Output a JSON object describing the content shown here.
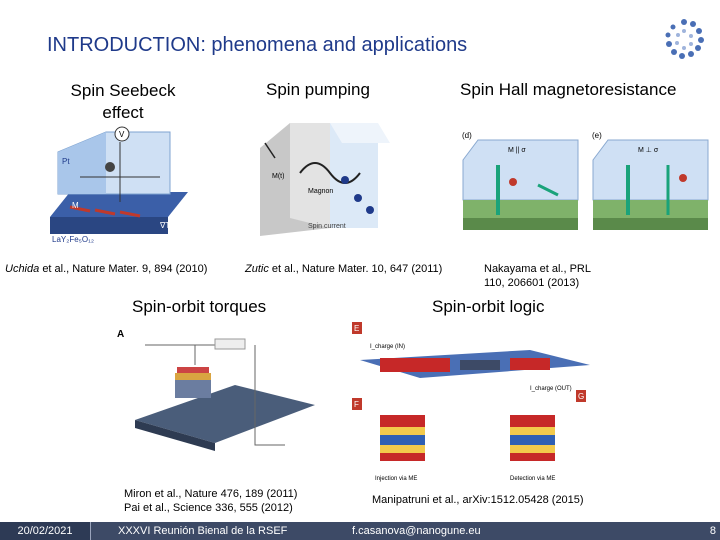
{
  "slide": {
    "title": "INTRODUCTION: phenomena and applications",
    "page_number": "8"
  },
  "sections": [
    {
      "heading": "Spin Seebeck effect",
      "citation_author": "Uchida",
      "citation_rest": "et al., Nature Mater. 9, 894 (2010)"
    },
    {
      "heading": "Spin pumping",
      "citation_author": "Zutic",
      "citation_rest": "et al., Nature Mater. 10, 647 (2011)"
    },
    {
      "heading": "Spin Hall magnetoresistance",
      "citation_line1": "Nakayama et al., PRL",
      "citation_line2": "110, 206601 (2013)"
    },
    {
      "heading": "Spin-orbit torques",
      "citation_line1": "Miron et al., Nature 476, 189 (2011)",
      "citation_line2": "Pai et al., Science 336, 555 (2012)"
    },
    {
      "heading": "Spin-orbit logic",
      "citation_line1": "Manipatruni et al., arXiv:1512.05428 (2015)"
    }
  ],
  "figures": {
    "seebeck": {
      "label_material": "LaY₂Fe₅O₁₂",
      "label_grad": "∇T",
      "label_m": "M",
      "label_v": "V",
      "label_pt": "Pt"
    },
    "pumping": {
      "label_magnon": "Magnon",
      "label_spin_current": "Spin current",
      "label_m": "M(t)"
    },
    "smr": {
      "label_d": "(d)",
      "label_e": "(e)",
      "label_parallel": "M || σ",
      "label_perp": "M ⊥ σ"
    },
    "sot": {
      "label_a": "A"
    },
    "logic": {
      "label_e": "E",
      "label_f": "F",
      "label_g": "G",
      "label_in": "I_charge (IN)",
      "label_out": "I_charge (OUT)",
      "label_injection": "Injection via ME",
      "label_detection": "Detection via ME"
    }
  },
  "footer": {
    "date": "20/02/2021",
    "event": "XXXVI Reunión Bienal de la RSEF",
    "email": "f.casanova@nanogune.eu"
  },
  "colors": {
    "title": "#1f3a8a",
    "footer": "#3d4a66"
  }
}
